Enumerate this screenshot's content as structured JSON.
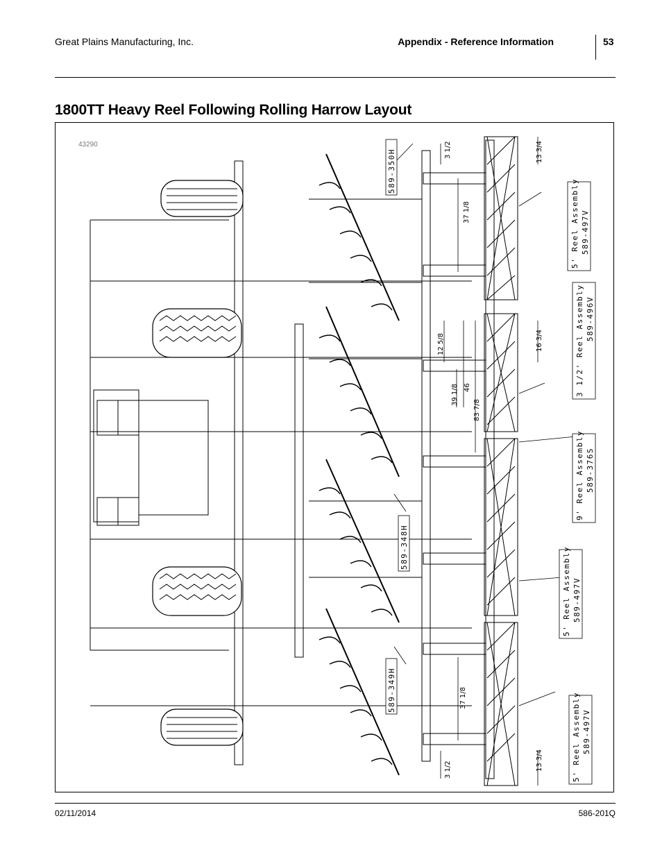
{
  "header": {
    "company": "Great Plains Manufacturing, Inc.",
    "section": "Appendix - Reference Information",
    "page": "53"
  },
  "title": "1800TT Heavy Reel Following Rolling Harrow Layout",
  "figure": {
    "id": "43290",
    "part_labels": [
      "589-350H",
      "589-348H",
      "589-349H"
    ],
    "reel_labels": [
      {
        "line1": "5' Reel Assembly",
        "line2": "589-497V"
      },
      {
        "line1": "3 1/2' Reel Assembly",
        "line2": "589-496V"
      },
      {
        "line1": "9' Reel Assembly",
        "line2": "589-376S"
      },
      {
        "line1": "5' Reel Assembly",
        "line2": "589-497V"
      },
      {
        "line1": "5' Reel Assembly",
        "line2": "589-497V"
      }
    ],
    "dimensions": [
      "3 1/2",
      "13 3/4",
      "37 1/8",
      "12 5/8",
      "16 3/4",
      "39 1/8",
      "46",
      "83 7/8",
      "37 1/8",
      "3 1/2",
      "13 3/4"
    ]
  },
  "footer": {
    "date": "02/11/2014",
    "doc_number": "586-201Q"
  }
}
